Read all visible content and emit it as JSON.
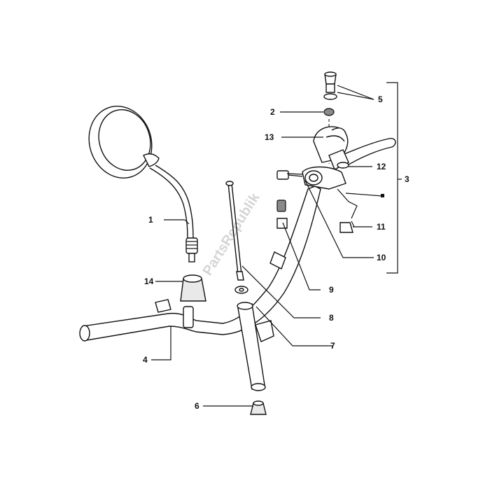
{
  "watermark": "PartsRepublik",
  "callouts": [
    {
      "id": "1",
      "label": "1"
    },
    {
      "id": "2",
      "label": "2"
    },
    {
      "id": "3",
      "label": "3"
    },
    {
      "id": "4",
      "label": "4"
    },
    {
      "id": "5",
      "label": "5"
    },
    {
      "id": "6",
      "label": "6"
    },
    {
      "id": "7",
      "label": "7"
    },
    {
      "id": "8",
      "label": "8"
    },
    {
      "id": "9",
      "label": "9"
    },
    {
      "id": "10",
      "label": "10"
    },
    {
      "id": "11",
      "label": "11"
    },
    {
      "id": "12",
      "label": "12"
    },
    {
      "id": "13",
      "label": "13"
    },
    {
      "id": "14",
      "label": "14"
    }
  ]
}
